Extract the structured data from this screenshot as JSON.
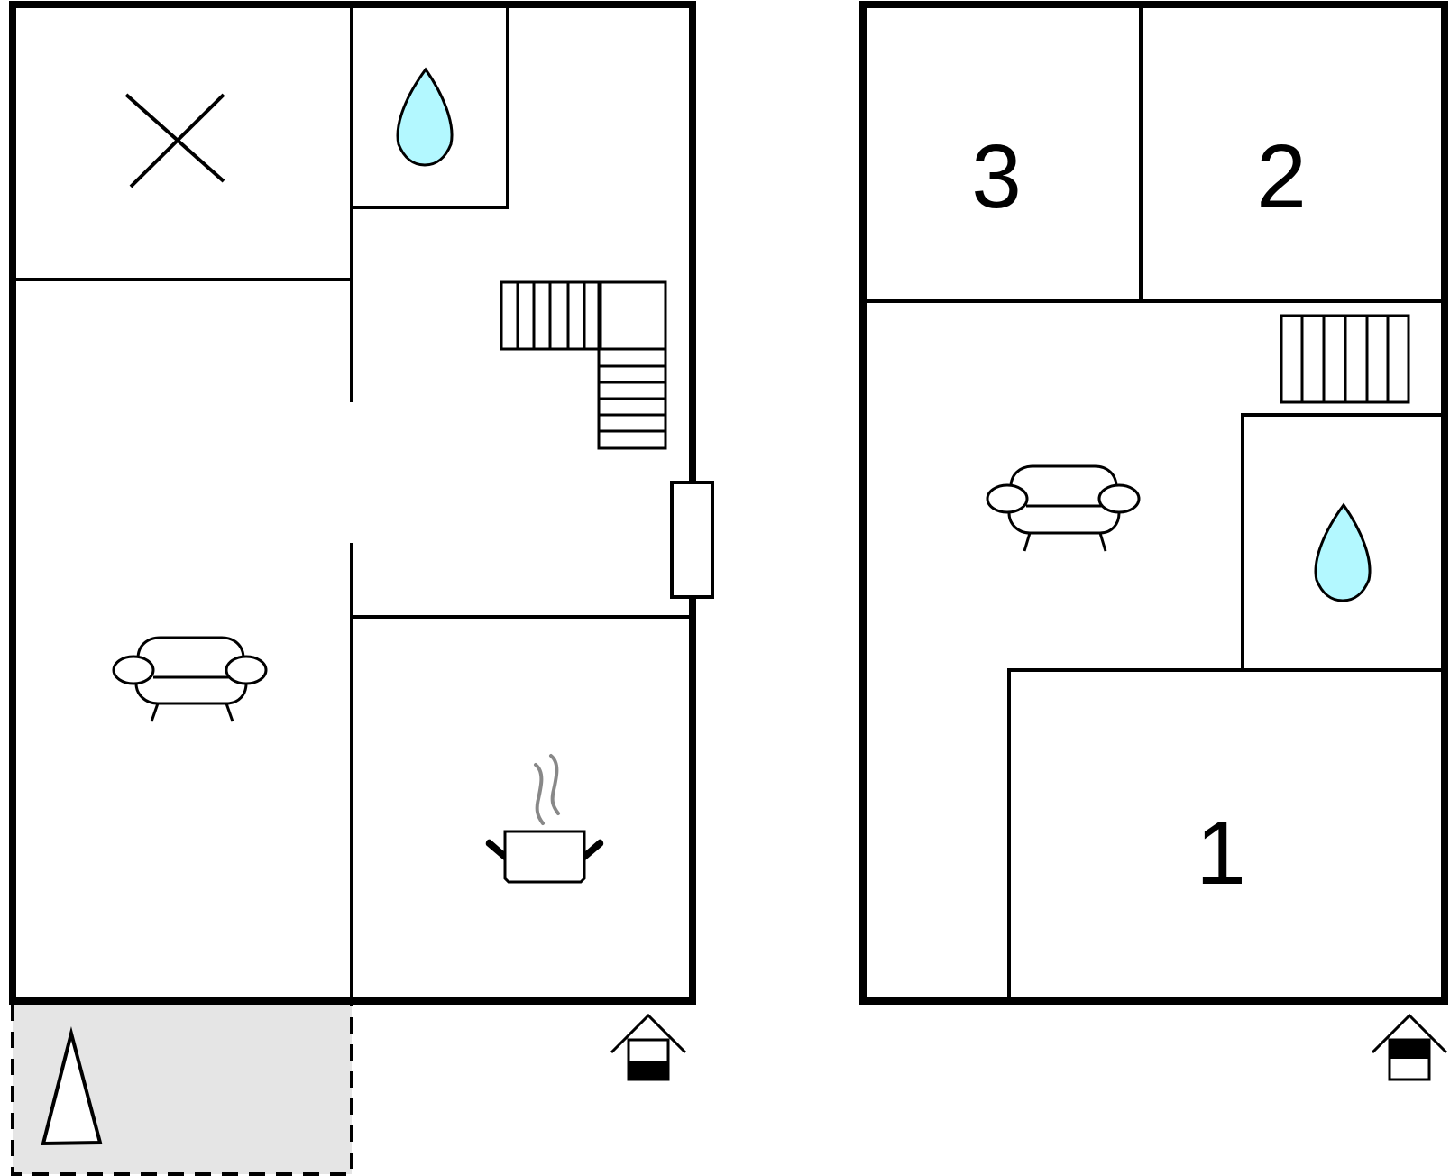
{
  "colors": {
    "wall": "#000000",
    "water": "#b3f8ff",
    "terrace": "#e5e5e5",
    "steam": "#888888"
  },
  "ground_floor": {
    "icons": [
      "bedroom-cross-icon",
      "water-drop-icon",
      "stairs-icon",
      "sofa-icon",
      "cooking-pot-icon",
      "fireplace-icon",
      "terrace-umbrella-icon",
      "floor-indicator-ground-icon"
    ]
  },
  "upper_floor": {
    "rooms": [
      {
        "id": "room-3",
        "label": "3"
      },
      {
        "id": "room-2",
        "label": "2"
      },
      {
        "id": "room-1",
        "label": "1"
      }
    ],
    "icons": [
      "stairs-icon",
      "sofa-icon",
      "water-drop-icon",
      "floor-indicator-upper-icon"
    ]
  }
}
